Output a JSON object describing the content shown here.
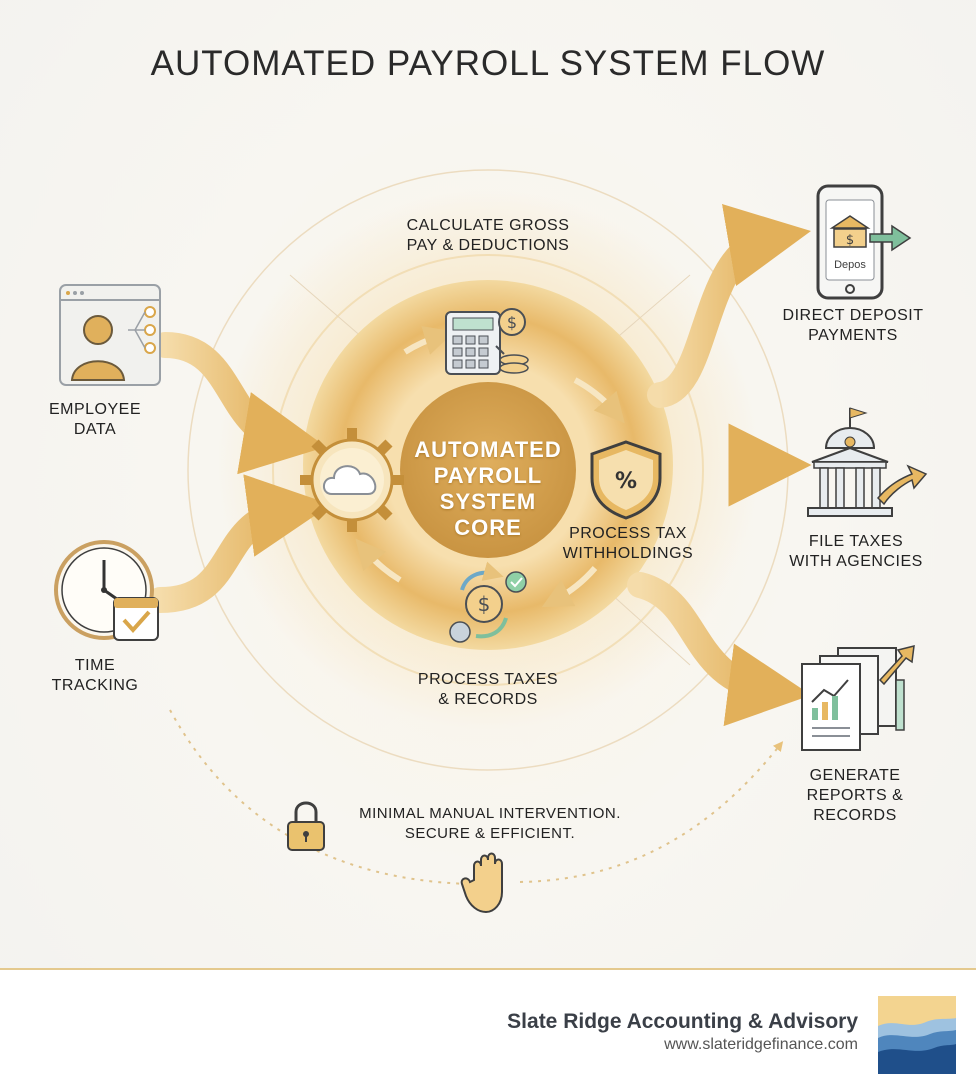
{
  "title": "AUTOMATED PAYROLL SYSTEM FLOW",
  "core": {
    "line1": "AUTOMATED",
    "line2": "PAYROLL",
    "line3": "SYSTEM",
    "line4": "CORE"
  },
  "inputs": {
    "employee_data": {
      "line1": "EMPLOYEE",
      "line2": "DATA",
      "icon": "employee-profile-icon"
    },
    "time_tracking": {
      "line1": "TIME",
      "line2": "TRACKING",
      "icon": "clock-calendar-icon"
    }
  },
  "steps": {
    "calculate": {
      "line1": "CALCULATE GROSS",
      "line2": "PAY & DEDUCTIONS",
      "icon": "calculator-coins-icon"
    },
    "withholdings": {
      "line1": "PROCESS TAX",
      "line2": "WITHHOLDINGS",
      "icon": "percent-shield-icon"
    },
    "taxes_records": {
      "line1": "PROCESS TAXES",
      "line2": "& RECORDS",
      "icon": "dollar-cycle-icon"
    }
  },
  "outputs": {
    "direct_deposit": {
      "line1": "DIRECT DEPOSIT",
      "line2": "PAYMENTS",
      "icon": "phone-bank-icon",
      "screen_text": "Depos"
    },
    "file_taxes": {
      "line1": "FILE TAXES",
      "line2": "WITH AGENCIES",
      "icon": "government-building-icon"
    },
    "reports": {
      "line1": "GENERATE",
      "line2": "REPORTS &",
      "line3": "RECORDS",
      "icon": "report-chart-icon"
    }
  },
  "note": {
    "line1": "MINIMAL MANUAL INTERVENTION.",
    "line2": "SECURE & EFFICIENT.",
    "icons": [
      "padlock-icon",
      "hand-icon"
    ]
  },
  "footer": {
    "company": "Slate Ridge Accounting & Advisory",
    "url": "www.slateridgefinance.com"
  },
  "colors": {
    "gold": "#e0b35c",
    "gold_light": "#f3d9a0",
    "gold_dark": "#c9923a",
    "green": "#7fbf9c",
    "text": "#222222"
  }
}
